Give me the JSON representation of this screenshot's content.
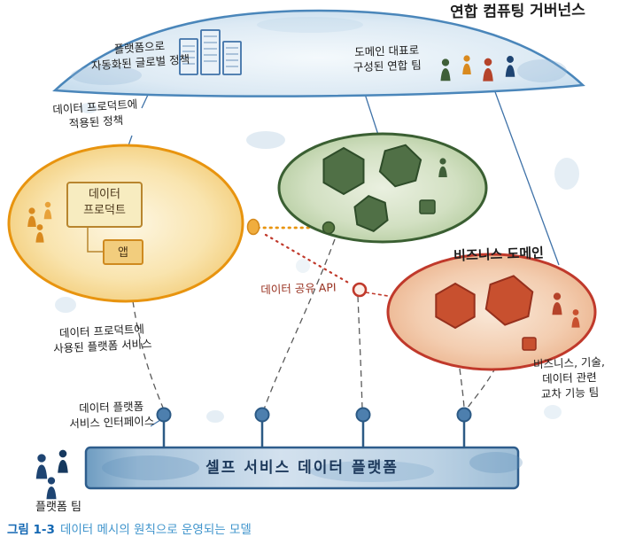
{
  "figure": {
    "label": "그림 1-3",
    "caption": "데이터 메시의 원칙으로 운영되는 모델"
  },
  "governance": {
    "title": "연합 컴퓨팅 거버넌스",
    "global_policy": "플랫폼으로\n자동화된 글로벌 정책",
    "federated_team": "도메인 대표로\n구성된 연합 팀"
  },
  "data_product": {
    "policy_note": "데이터 프로덕트에\n적용된 정책",
    "name": "데이터\n프로덕트",
    "app": "앱",
    "platform_services_note": "데이터 프로덕트에\n사용된 플랫폼 서비스"
  },
  "domain": {
    "business_domain": "비즈니스 도메인",
    "cross_functional_team": "비즈니스, 기술,\n데이터 관련\n교차 기능 팀"
  },
  "api": {
    "data_sharing": "데이터 공유 API"
  },
  "platform": {
    "title": "셀프 서비스 데이터 플랫폼",
    "interface_note": "데이터 플랫폼\n서비스 인터페이스",
    "team": "플랫폼 팀"
  },
  "colors": {
    "blue": "#3f72a8",
    "orange": "#e8940f",
    "green": "#3a5f32",
    "red": "#c0392b",
    "navy": "#1e4472",
    "caption_blue": "#1468b3"
  }
}
